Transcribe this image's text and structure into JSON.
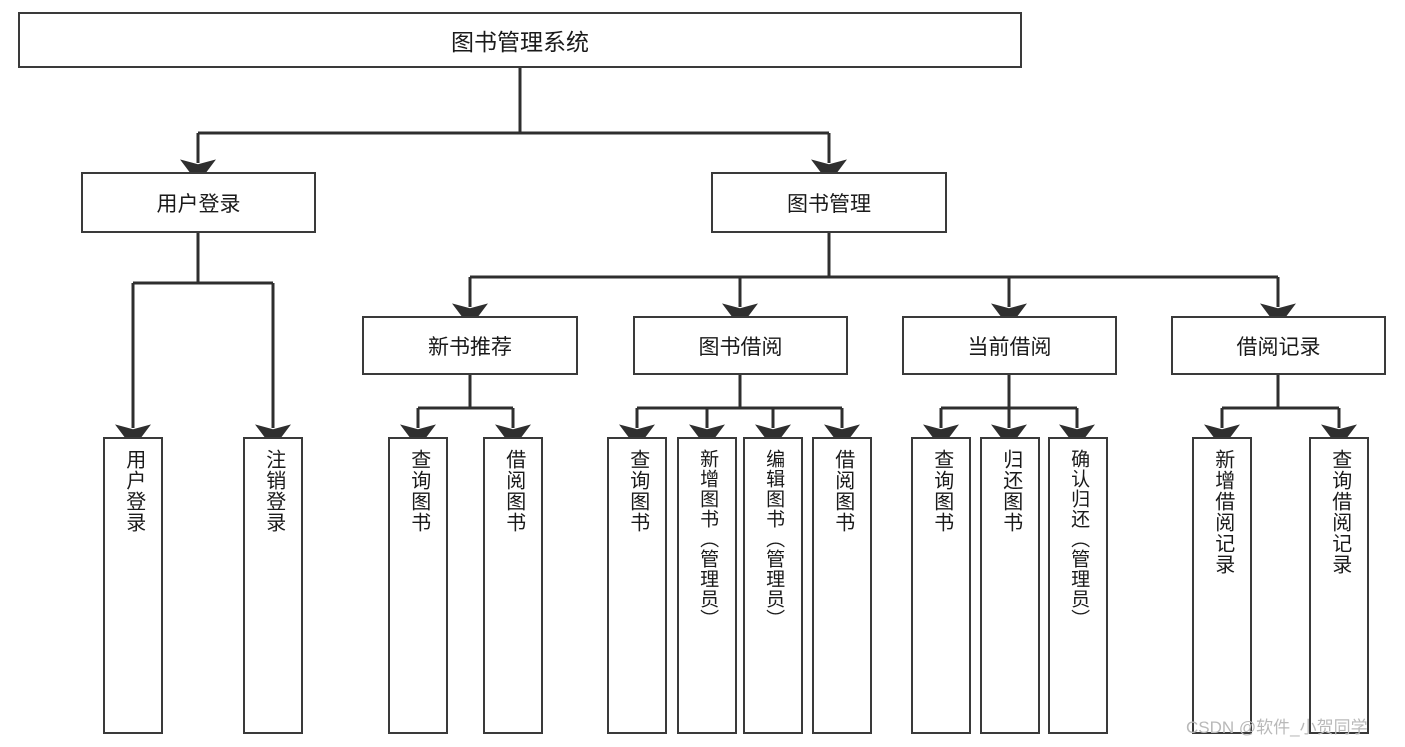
{
  "diagram": {
    "title": "图书管理系统",
    "type": "tree-hierarchy",
    "watermark": "CSDN @软件_小贺同学",
    "colors": {
      "box_border": "#3a3a3a",
      "box_fill": "#ffffff",
      "connector": "#2f2f2f",
      "text": "#1a1a1a",
      "watermark": "#b9b9b9",
      "background": "#ffffff"
    }
  },
  "nodes": {
    "root": {
      "label": "图书管理系统"
    },
    "level2": [
      {
        "id": "user-login",
        "label": "用户登录"
      },
      {
        "id": "book-management",
        "label": "图书管理"
      }
    ],
    "level3": [
      {
        "id": "new-book-recommend",
        "label": "新书推荐"
      },
      {
        "id": "book-borrow",
        "label": "图书借阅"
      },
      {
        "id": "current-borrow",
        "label": "当前借阅"
      },
      {
        "id": "borrow-record",
        "label": "借阅记录"
      }
    ],
    "leaves": {
      "user_login": [
        {
          "id": "leaf-user-login",
          "label": "用户登录"
        },
        {
          "id": "leaf-logout",
          "label": "注销登录"
        }
      ],
      "new_book_recommend": [
        {
          "id": "leaf-query-book-1",
          "label": "查询图书"
        },
        {
          "id": "leaf-borrow-book-1",
          "label": "借阅图书"
        }
      ],
      "book_borrow": [
        {
          "id": "leaf-query-book-2",
          "label": "查询图书"
        },
        {
          "id": "leaf-add-book",
          "label": "新增图书（管理员）"
        },
        {
          "id": "leaf-edit-book",
          "label": "编辑图书（管理员）"
        },
        {
          "id": "leaf-borrow-book-2",
          "label": "借阅图书"
        }
      ],
      "current_borrow": [
        {
          "id": "leaf-query-book-3",
          "label": "查询图书"
        },
        {
          "id": "leaf-return-book",
          "label": "归还图书"
        },
        {
          "id": "leaf-confirm-return",
          "label": "确认归还（管理员）"
        }
      ],
      "borrow_record": [
        {
          "id": "leaf-add-record",
          "label": "新增借阅记录"
        },
        {
          "id": "leaf-query-record",
          "label": "查询借阅记录"
        }
      ]
    }
  }
}
